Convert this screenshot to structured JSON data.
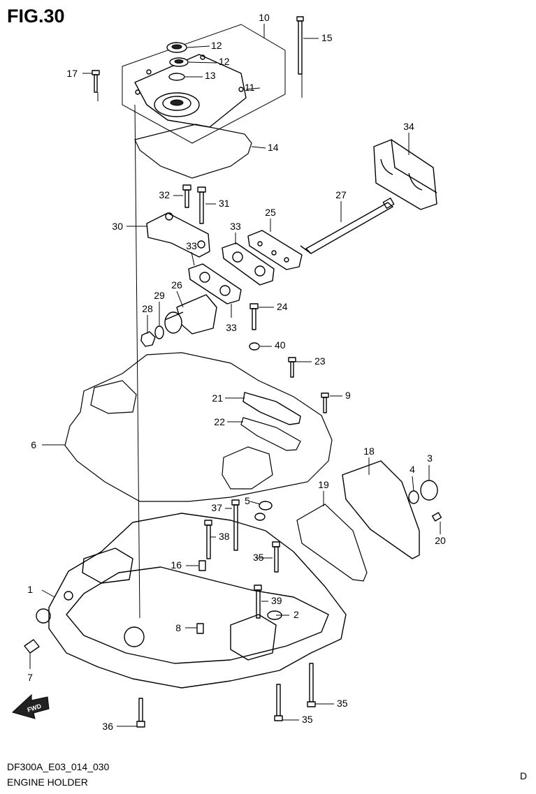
{
  "figure": {
    "title": "FIG.30",
    "model_code": "DF300A_E03_014_030",
    "caption": "ENGINE HOLDER",
    "corner_letter": "D",
    "fwd_label": "FWD"
  },
  "parts": [
    {
      "num": "1"
    },
    {
      "num": "2"
    },
    {
      "num": "3"
    },
    {
      "num": "4"
    },
    {
      "num": "5"
    },
    {
      "num": "6"
    },
    {
      "num": "7"
    },
    {
      "num": "8"
    },
    {
      "num": "9"
    },
    {
      "num": "10"
    },
    {
      "num": "11"
    },
    {
      "num": "12"
    },
    {
      "num": "12"
    },
    {
      "num": "13"
    },
    {
      "num": "14"
    },
    {
      "num": "15"
    },
    {
      "num": "16"
    },
    {
      "num": "17"
    },
    {
      "num": "18"
    },
    {
      "num": "19"
    },
    {
      "num": "20"
    },
    {
      "num": "21"
    },
    {
      "num": "22"
    },
    {
      "num": "23"
    },
    {
      "num": "24"
    },
    {
      "num": "25"
    },
    {
      "num": "26"
    },
    {
      "num": "27"
    },
    {
      "num": "28"
    },
    {
      "num": "29"
    },
    {
      "num": "30"
    },
    {
      "num": "31"
    },
    {
      "num": "32"
    },
    {
      "num": "33"
    },
    {
      "num": "33"
    },
    {
      "num": "33"
    },
    {
      "num": "34"
    },
    {
      "num": "35"
    },
    {
      "num": "35"
    },
    {
      "num": "35"
    },
    {
      "num": "36"
    },
    {
      "num": "37"
    },
    {
      "num": "38"
    },
    {
      "num": "39"
    },
    {
      "num": "40"
    }
  ]
}
